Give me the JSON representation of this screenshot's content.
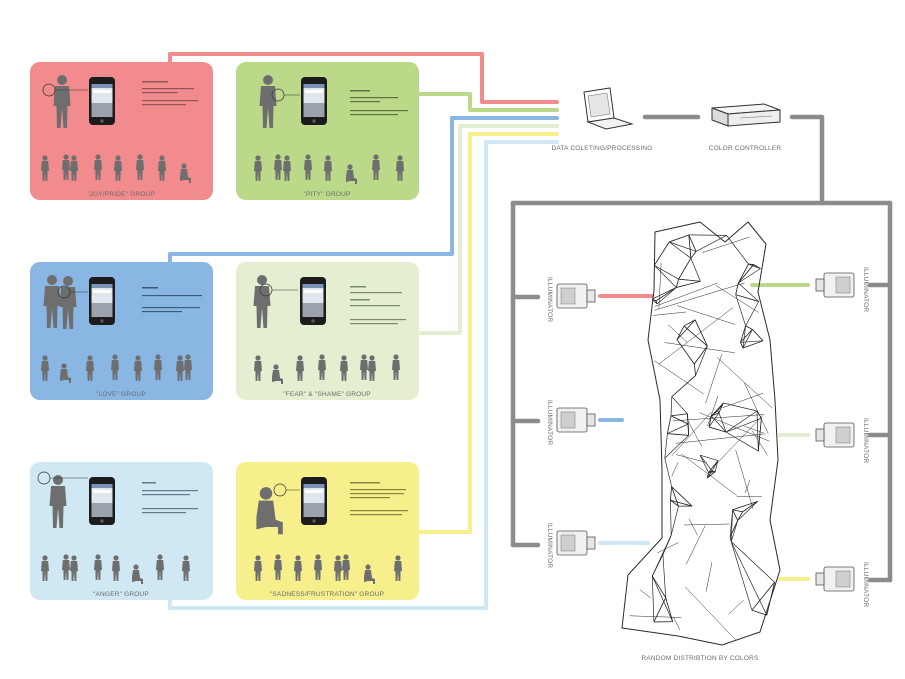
{
  "colors": {
    "joy": "#f28b8e",
    "pity": "#bcd98a",
    "love": "#8ab6e4",
    "fear": "#e3efd0",
    "anger": "#cfe8f3",
    "sadness": "#f6ef8c",
    "gray_line": "#8c8c8c"
  },
  "groups": [
    {
      "key": "joy",
      "label": "\"JOY/PRIDE\" GROUP"
    },
    {
      "key": "pity",
      "label": "\"PITY\" GROUP"
    },
    {
      "key": "love",
      "label": "\"LOVE\" GROUP"
    },
    {
      "key": "fear",
      "label": "\"FEAR\" & \"SHAME\" GROUP"
    },
    {
      "key": "anger",
      "label": "\"ANGER\" GROUP"
    },
    {
      "key": "sadness",
      "label": "\"SADNESS/FRUSTRATION\" GROUP"
    }
  ],
  "devices": {
    "laptop_label": "DATA COLETING/PROCESSING",
    "controller_label": "COLOR CONTROLLER"
  },
  "illuminator_label": "ILLUMINATOR",
  "caption": "RANDOM DISTRIBTION BY COLORS",
  "icons": [
    "smartphone-icon",
    "laptop-icon",
    "controller-icon",
    "illuminator-icon",
    "person-silhouette-icon"
  ]
}
